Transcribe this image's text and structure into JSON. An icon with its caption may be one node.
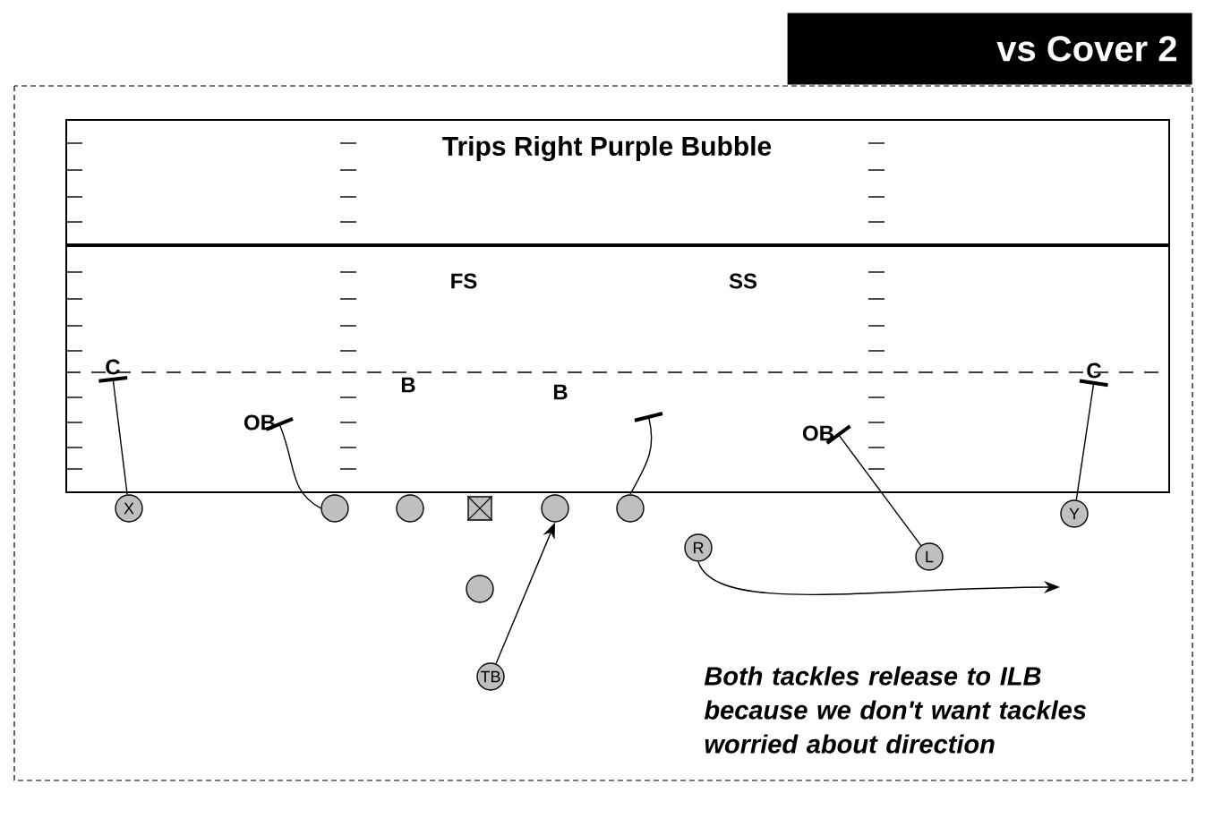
{
  "diagram": {
    "title": "Trips Right Purple Bubble",
    "nodes": [
      {
        "text": [
          "FS"
        ]
      },
      {
        "text": [
          "SS"
        ]
      },
      {
        "text": [
          "C"
        ]
      },
      {
        "text": [
          "C"
        ]
      },
      {
        "text": [
          "B"
        ]
      },
      {
        "text": [
          "B"
        ]
      },
      {
        "text": [
          "OB"
        ]
      },
      {
        "text": [
          "OB"
        ]
      },
      {
        "text": [
          "X"
        ]
      },
      {
        "text": [],
        "shape": "circle"
      },
      {
        "text": [],
        "shape": "circle"
      },
      {
        "text": [],
        "shape": "box"
      },
      {
        "text": [],
        "shape": "circle"
      },
      {
        "text": [],
        "shape": "circle"
      },
      {
        "text": [
          "Y"
        ]
      },
      {
        "text": [
          "R"
        ]
      },
      {
        "text": [
          "L"
        ]
      },
      {
        "text": [],
        "shape": "circle"
      },
      {
        "text": [
          "TB"
        ]
      }
    ],
    "edges": [
      {
        "from": 8,
        "to": 2,
        "arrow": "other"
      },
      {
        "from": 9,
        "to": 6,
        "arrow": "other"
      },
      {
        "from": 13,
        "to": null,
        "arrow": "other"
      },
      {
        "from": 16,
        "to": 7,
        "arrow": "other"
      },
      {
        "from": 14,
        "to": 3,
        "arrow": "other"
      },
      {
        "from": 18,
        "to": 12,
        "arrow": "to"
      },
      {
        "from": 15,
        "to": null,
        "arrow": "to"
      }
    ],
    "labels": [
      "vs Cover 2",
      "Both tackles release to ILB because we don't want tackles worried about direction"
    ]
  }
}
